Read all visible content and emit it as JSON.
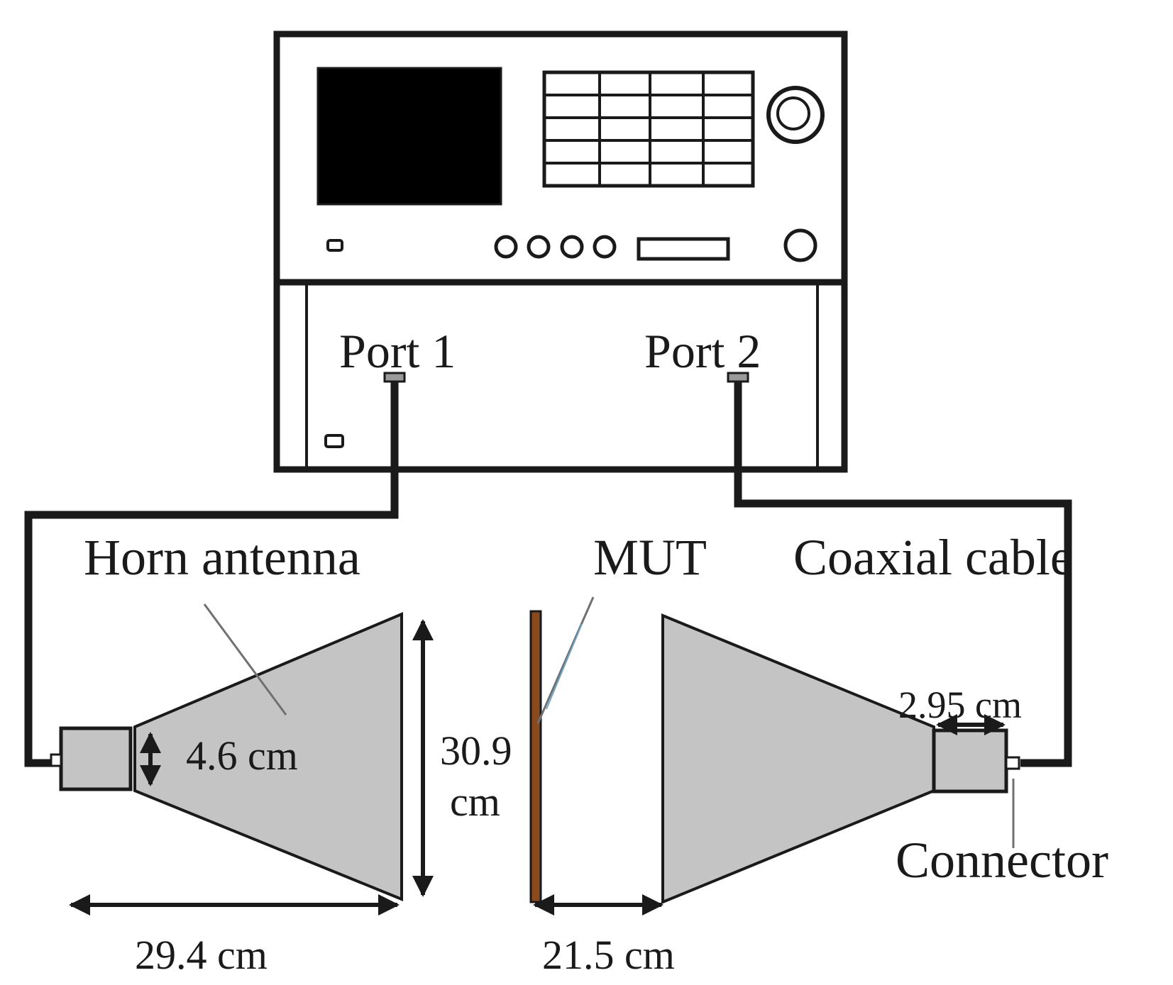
{
  "labels": {
    "port1": "Port 1",
    "port2": "Port 2",
    "horn_antenna": "Horn antenna",
    "mut": "MUT",
    "coaxial_cable": "Coaxial cable",
    "connector": "Connector",
    "dim_aperture_height_line1": "30.9",
    "dim_aperture_height_line2": "cm",
    "dim_waveguide_height": "4.6 cm",
    "dim_horn_length": "29.4 cm",
    "dim_mut_distance": "21.5 cm",
    "dim_connector_length": "2.95 cm"
  },
  "colors": {
    "outline": "#1a1a1a",
    "horn_fill": "#c4c4c4",
    "mut_fill": "#8a4a1e",
    "leader_line": "#707070",
    "background": "#ffffff"
  }
}
